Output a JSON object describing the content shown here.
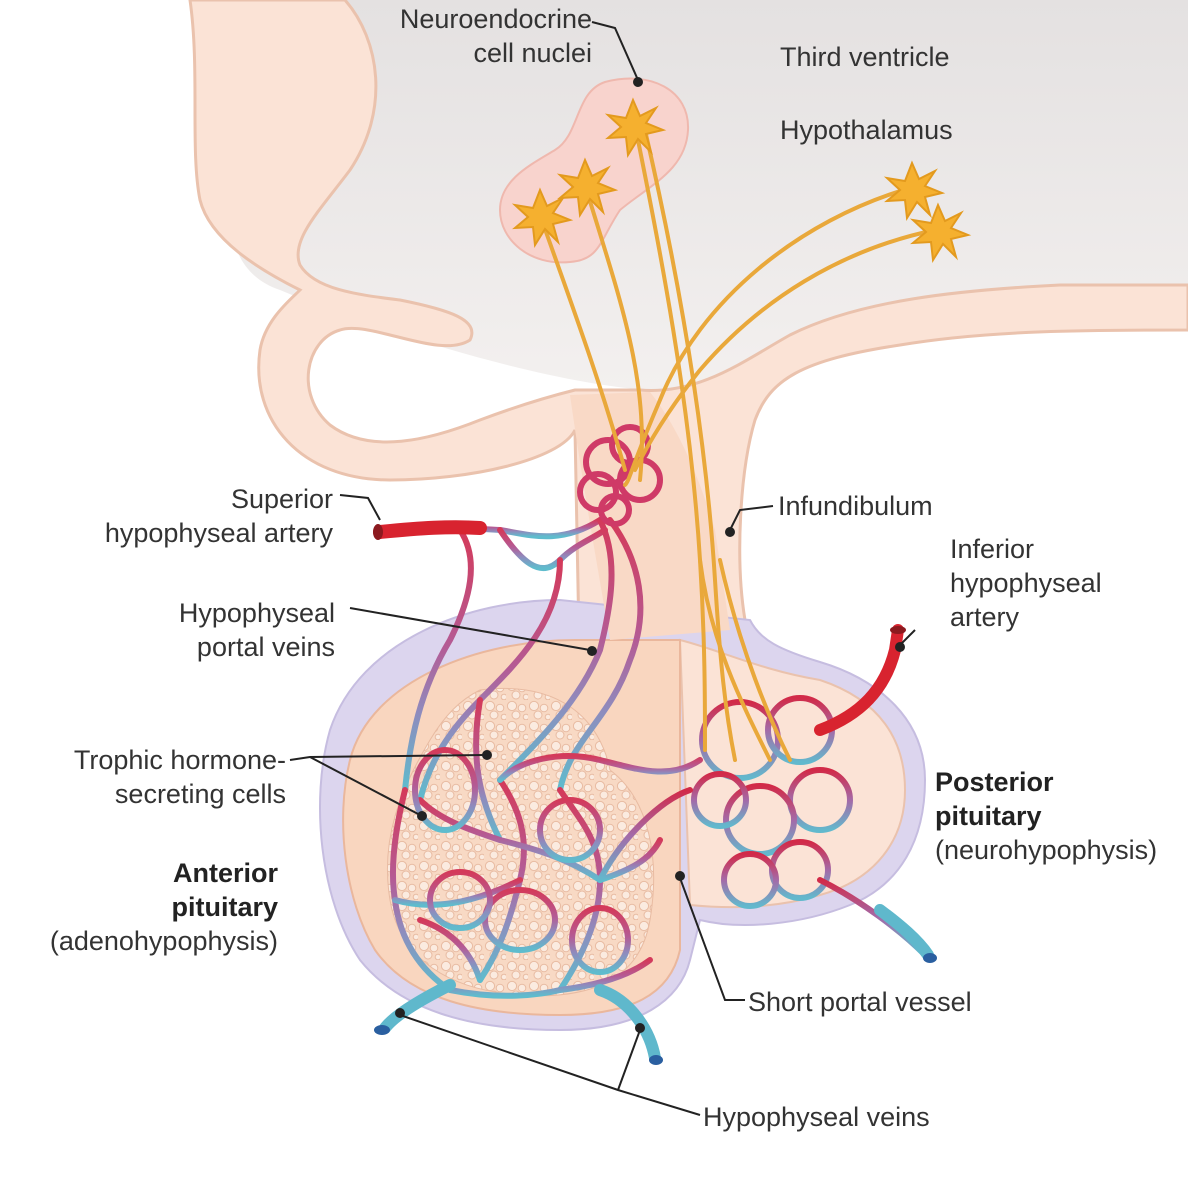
{
  "labels": {
    "neuroendocrine": [
      "Neuroendocrine",
      "cell nuclei"
    ],
    "third_ventricle": "Third ventricle",
    "hypothalamus": "Hypothalamus",
    "superior_artery": [
      "Superior",
      "hypophyseal artery"
    ],
    "infundibulum": "Infundibulum",
    "inferior_artery": [
      "Inferior",
      "hypophyseal",
      "artery"
    ],
    "portal_veins": [
      "Hypophyseal",
      "portal veins"
    ],
    "trophic_cells": [
      "Trophic hormone-",
      "secreting cells"
    ],
    "posterior": [
      "Posterior",
      "pituitary",
      "(neurohypophysis)"
    ],
    "anterior": [
      "Anterior",
      "pituitary",
      "(adenohypophysis)"
    ],
    "short_portal": "Short portal vessel",
    "hypophyseal_veins": "Hypophyseal veins"
  },
  "colors": {
    "tissue": "#fbe3d6",
    "tissue_outline": "#e9c2ae",
    "ventricle_shade": "#e9e7e7",
    "capsule": "#d9d3ec",
    "anterior_fill": "#f9d7c2",
    "neuron": "#f5b02f",
    "axon": "#e9a83a",
    "artery": "#d8232f",
    "vessel_mid": "#c8487a",
    "vein": "#5fb8cc",
    "nuclei_zone": "#f8d3cd",
    "leader": "#222222"
  }
}
